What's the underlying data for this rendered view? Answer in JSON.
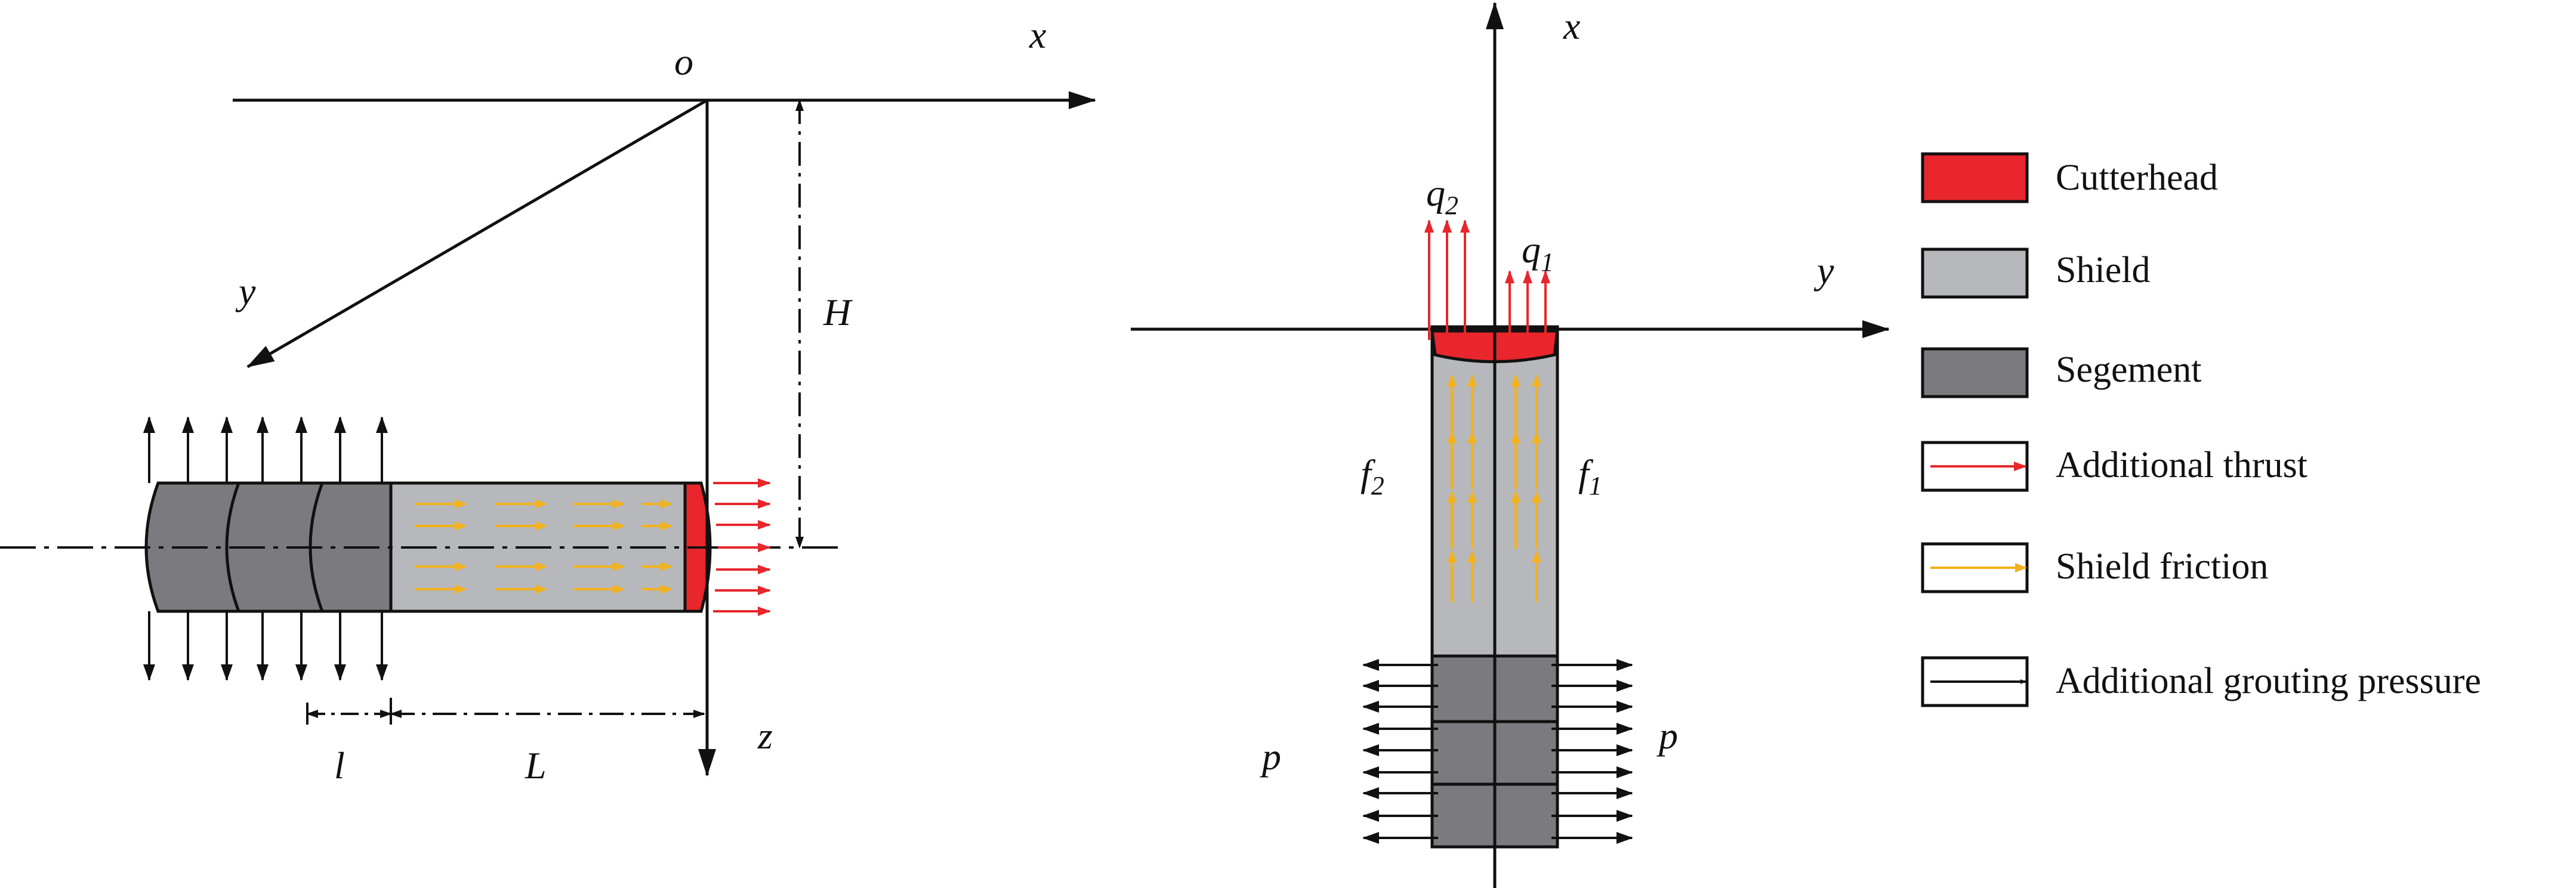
{
  "colors": {
    "cutterhead": "#e8262b",
    "shield": "#b7b8bc",
    "segment": "#7b7b7f",
    "thrust": "#e8262b",
    "friction": "#f2b21c",
    "grouting": "#111111",
    "line": "#111111"
  },
  "left_view": {
    "origin": "o",
    "axis_x": "x",
    "axis_y": "y",
    "axis_z": "z",
    "depth": "H",
    "segment_length": "l",
    "shield_length": "L"
  },
  "right_view": {
    "axis_x": "x",
    "axis_y": "y",
    "q2_base": "q",
    "q2_sub": "2",
    "q1_base": "q",
    "q1_sub": "1",
    "f2_base": "f",
    "f2_sub": "2",
    "f1_base": "f",
    "f1_sub": "1",
    "p_left": "p",
    "p_right": "p"
  },
  "legend": {
    "items": [
      {
        "label": "Cutterhead",
        "swatch": "cutterhead"
      },
      {
        "label": "Shield",
        "swatch": "shield"
      },
      {
        "label": "Segement",
        "swatch": "segment"
      },
      {
        "label": "Additional thrust",
        "swatch": "thrust-arrow"
      },
      {
        "label": "Shield friction",
        "swatch": "friction-arrow"
      },
      {
        "label": "Additional grouting pressure",
        "swatch": "grouting-arrow"
      }
    ]
  }
}
